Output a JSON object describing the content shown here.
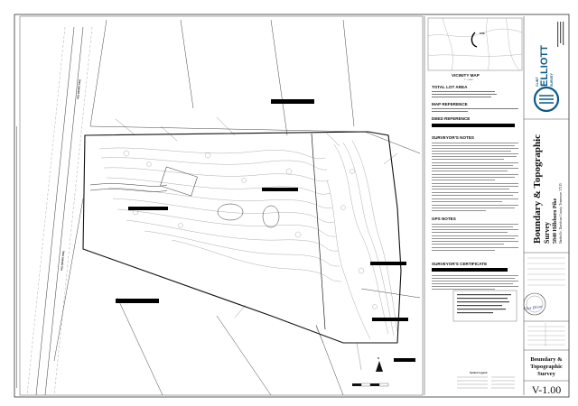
{
  "company": {
    "name_line1": "CLINT",
    "name_line2": "ELLIOTT",
    "name_line3": "SURVEY",
    "brand_color": "#0c5a8a"
  },
  "vicinity": {
    "title": "VICINITY MAP",
    "site_label": "SITE",
    "scale": "1\" = 2000'"
  },
  "total_lot_area": {
    "title": "TOTAL LOT AREA"
  },
  "map_reference": {
    "title": "MAP REFERENCE"
  },
  "deed_reference": {
    "title": "DEED REFERENCE"
  },
  "surveyor_notes": {
    "title": "SURVEYOR'S NOTES"
  },
  "gps_notes": {
    "title": "GPS NOTES"
  },
  "surveyor_certificate": {
    "title": "SURVEYOR'S CERTIFICATE"
  },
  "project": {
    "title_line1": "Boundary & Topographic",
    "title_line2": "Survey",
    "address": "5840 Hillsboro Pike",
    "location": "Nashville, Davidson County, Tennessee 37215"
  },
  "title_block": {
    "sheet_title_line1": "Boundary &",
    "sheet_title_line2": "Topographic",
    "sheet_title_line3": "Survey",
    "sheet_number": "V-1.00",
    "seal_signature": "Clint Elliott"
  },
  "plan": {
    "road_name": "HILLSBORO PIKE",
    "survey_area_mark": "N",
    "symbol_legend_title": "Symbol Legend"
  }
}
